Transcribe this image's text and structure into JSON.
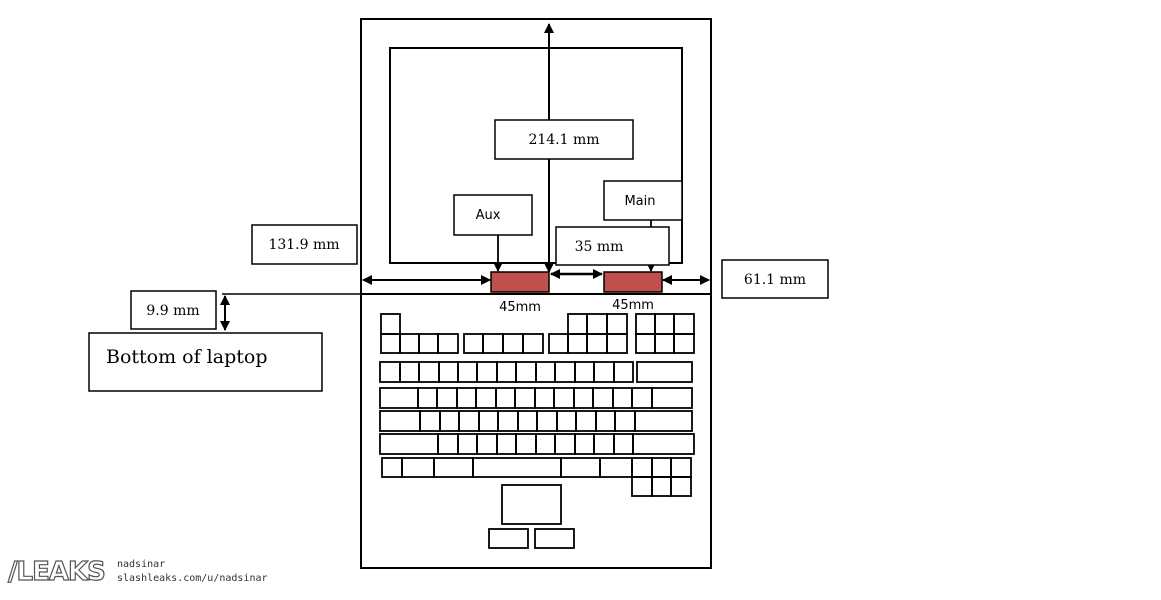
{
  "labels": {
    "height": "214.1 mm",
    "aux": "Aux",
    "main": "Main",
    "spacing": "35 mm",
    "left_distance": "131.9 mm",
    "right_distance": "61.1 mm",
    "depth": "9.9 mm",
    "bottom": "Bottom of laptop",
    "aux_width": "45mm",
    "main_width": "45mm"
  },
  "watermark": {
    "logo": "/LEAKS",
    "user": "nadsinar",
    "url": "slashleaks.com/u/nadsinar"
  },
  "colors": {
    "antenna_fill": "#c0504d",
    "line": "#000000"
  }
}
